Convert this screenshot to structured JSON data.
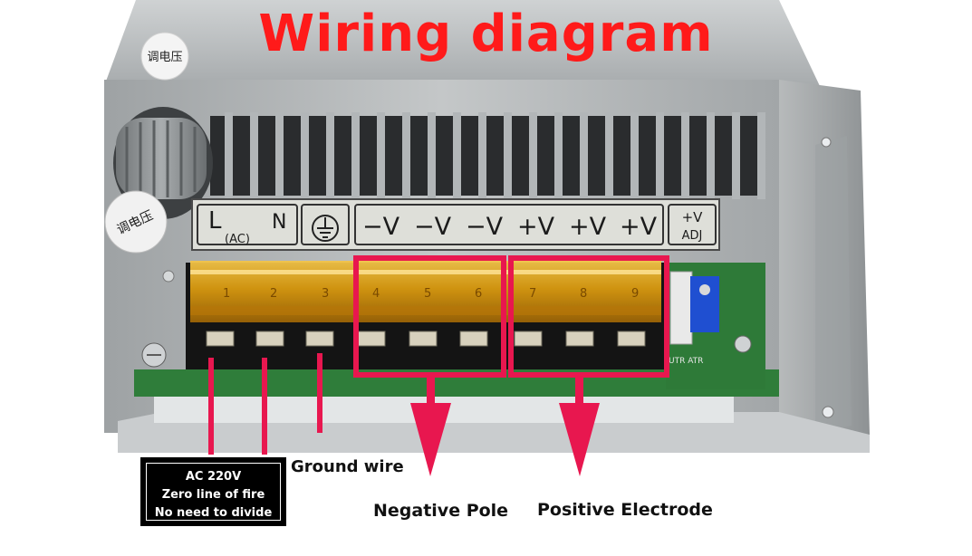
{
  "title": "Wiring diagram",
  "knob_label": "调电压",
  "knob_label_front": "调电压",
  "panel": {
    "ac_group": {
      "l": "L",
      "n": "N",
      "ac": "(AC)"
    },
    "ground_symbol": "ground-icon",
    "terminals": [
      "−V",
      "−V",
      "−V",
      "+V",
      "+V",
      "+V"
    ],
    "adj_top": "+V",
    "adj_bottom": "ADJ"
  },
  "terminal_numbers": [
    "1",
    "2",
    "3",
    "4",
    "5",
    "6",
    "7",
    "8",
    "9"
  ],
  "pcb_text": "UTR ATR",
  "labels": {
    "ac_box": [
      "AC 220V",
      "Zero line of fire",
      "No need to divide"
    ],
    "ground": "Ground wire",
    "negative": "Negative Pole",
    "positive": "Positive Electrode"
  },
  "colors": {
    "title": "#ff1a1a",
    "highlight": "#e8174f",
    "terminal_amber": "#e0a114",
    "chassis": "#b9bcbe"
  }
}
